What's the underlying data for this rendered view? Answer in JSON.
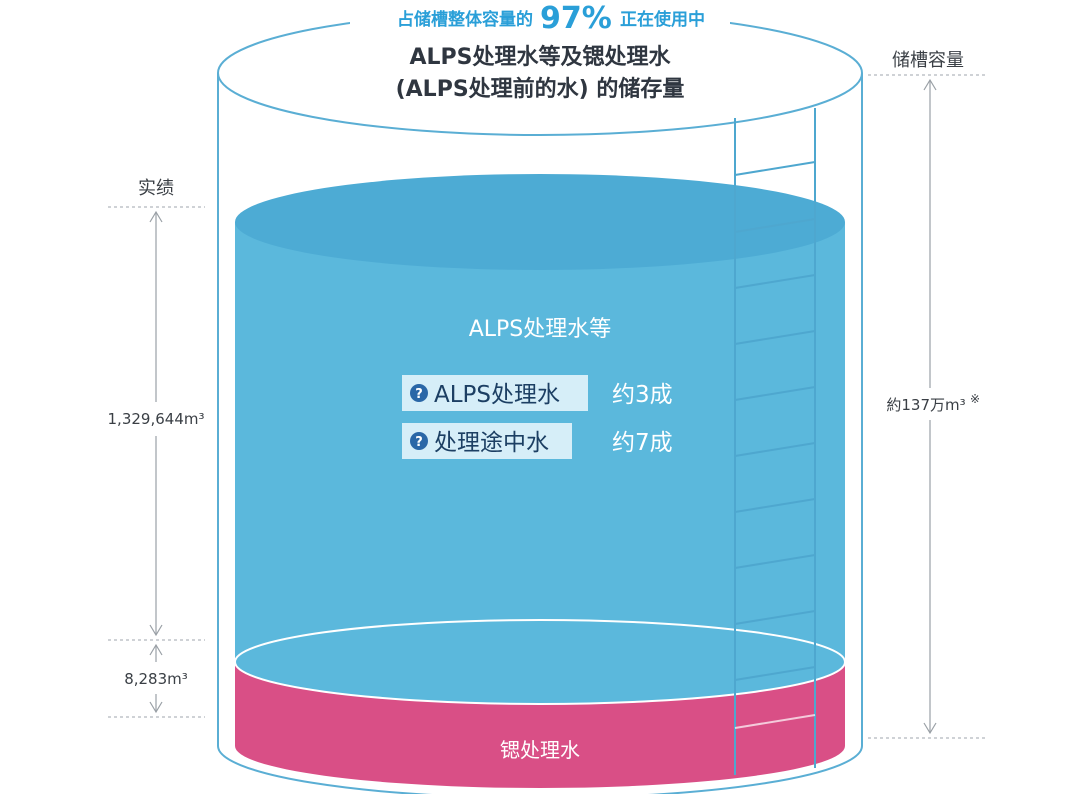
{
  "header": {
    "prefix": "占储槽整体容量的",
    "percent": "97%",
    "suffix": "正在使用中",
    "title_line1": "ALPS处理水等及锶处理水",
    "title_line2": "(ALPS处理前的水) 的储存量"
  },
  "tank": {
    "main_label": "ALPS处理水等",
    "bottom_label": "锶处理水",
    "items": [
      {
        "name": "ALPS处理水",
        "value": "约3成"
      },
      {
        "name": "处理途中水",
        "value": "约7成"
      }
    ],
    "fill_fraction": 0.97
  },
  "left_axis": {
    "title": "实绩",
    "main_volume": "1,329,644m³",
    "bottom_volume": "8,283m³"
  },
  "right_axis": {
    "title": "储槽容量",
    "capacity": "約137万m³",
    "note_mark": "※"
  },
  "colors": {
    "water": "#5bb8dc",
    "water_top": "#4dabd4",
    "strontium": "#d94f86",
    "outline": "#5aaed4",
    "accent_text": "#2a9fd8",
    "badge_bg": "#d6eef8",
    "badge_icon": "#2a67a7"
  }
}
